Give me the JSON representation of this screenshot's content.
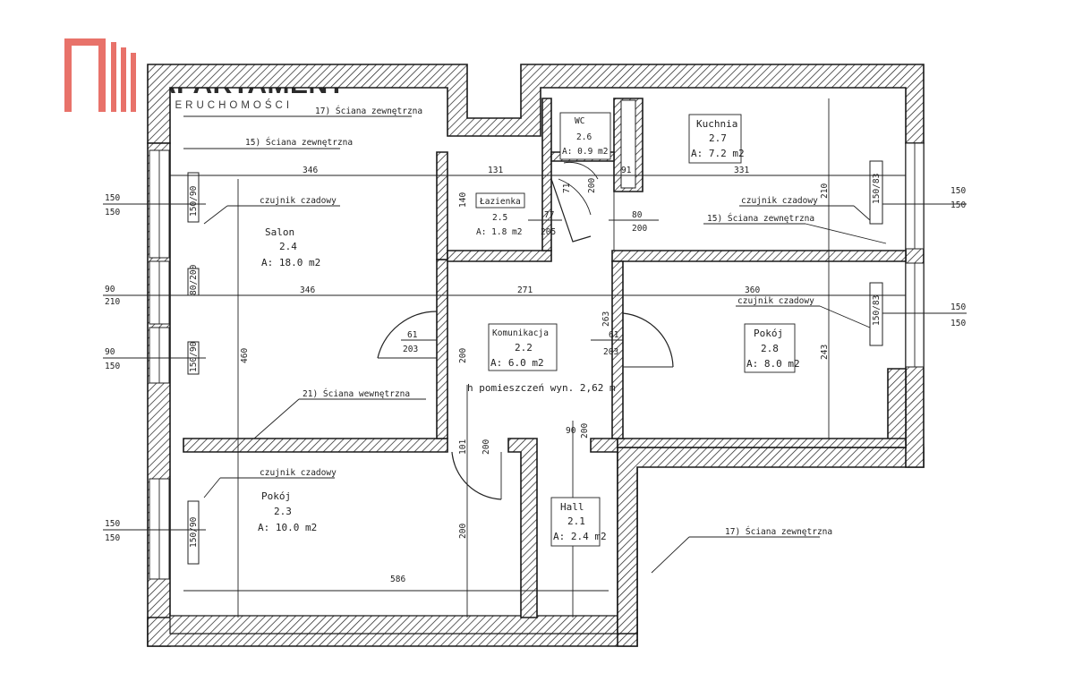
{
  "logo": {
    "title": "APARTAMENT",
    "subtitle": "NIERUCHOMOŚCI",
    "accent_color": "#e8726a",
    "icon": "building-bars-icon"
  },
  "rooms": [
    {
      "id": "salon",
      "name": "Salon",
      "number": "2.4",
      "area": "A: 18.0 m2"
    },
    {
      "id": "pokoj-1",
      "name": "Pokój",
      "number": "2.3",
      "area": "A: 10.0 m2"
    },
    {
      "id": "lazienka",
      "name": "Łazienka",
      "number": "2.5",
      "area": "A: 1.8 m2"
    },
    {
      "id": "wc",
      "name": "WC",
      "number": "2.6",
      "area": "A: 0.9 m2"
    },
    {
      "id": "kuchnia",
      "name": "Kuchnia",
      "number": "2.7",
      "area": "A: 7.2 m2"
    },
    {
      "id": "komunikacja",
      "name": "Komunikacja",
      "number": "2.2",
      "area": "A: 6.0 m2"
    },
    {
      "id": "pokoj-2",
      "name": "Pokój",
      "number": "2.8",
      "area": "A: 8.0 m2"
    },
    {
      "id": "hall",
      "name": "Hall",
      "number": "2.1",
      "area": "A: 2.4 m2"
    }
  ],
  "height_note": "h pomieszczeń wyn. 2,62 m",
  "annotations": {
    "sciana_zewnetrzna": "17) Ściana zewnętrzna",
    "sciana_zewnetrzna_short": "15) Ściana zewnętrzna",
    "sciana_wewnetrzna": "21) Ściana wewnętrzna",
    "sciana_zewnetrzna_lower": "17) Ściana zewnętrzna",
    "czujnik_1": "czujnik czadowy",
    "czujnik_2": "czujnik czadowy",
    "czujnik_3": "czujnik czadowy",
    "czujnik_4": "czujnik czadowy",
    "sciana_kuchnia": "15) Ściana zewnętrzna"
  },
  "dimensions": {
    "d346_top": "346",
    "d131": "131",
    "d91": "91",
    "d331": "331",
    "d346_mid": "346",
    "d271": "271",
    "d360": "360",
    "d586": "586",
    "d140": "140",
    "d210_k": "210",
    "d200_door": "200",
    "d71": "71",
    "d77": "77",
    "d205": "205",
    "d80_200": "200",
    "d80": "80",
    "d263": "263",
    "d61_left": "61",
    "d203_left": "203",
    "d61_right": "61",
    "d203_right": "203",
    "d243": "243",
    "d460": "460",
    "d200_k": "200",
    "d90_hall": "90",
    "d200_hall": "200",
    "d101": "101",
    "d200_low": "200",
    "d200_room": "200",
    "win1": "150 / 150",
    "win2": "90 / 210",
    "win3": "90 / 150",
    "win4": "150 / 150",
    "win5": "150 / 150",
    "win6": "150 / 150"
  },
  "window_labels": {
    "w_left_1_a": "150",
    "w_left_1_b": "150",
    "w_left_2_a": "90",
    "w_left_2_b": "210",
    "w_left_3_a": "90",
    "w_left_3_b": "150",
    "w_left_4_a": "150",
    "w_left_4_b": "150",
    "w_right_1_a": "150",
    "w_right_1_b": "150",
    "w_right_2_a": "150",
    "w_right_2_b": "150"
  },
  "sill_labels": {
    "s1": "150/90",
    "s2": "80/200",
    "s3": "150/90",
    "s4": "150/90",
    "s5": "150/83",
    "s6": "150/83"
  }
}
